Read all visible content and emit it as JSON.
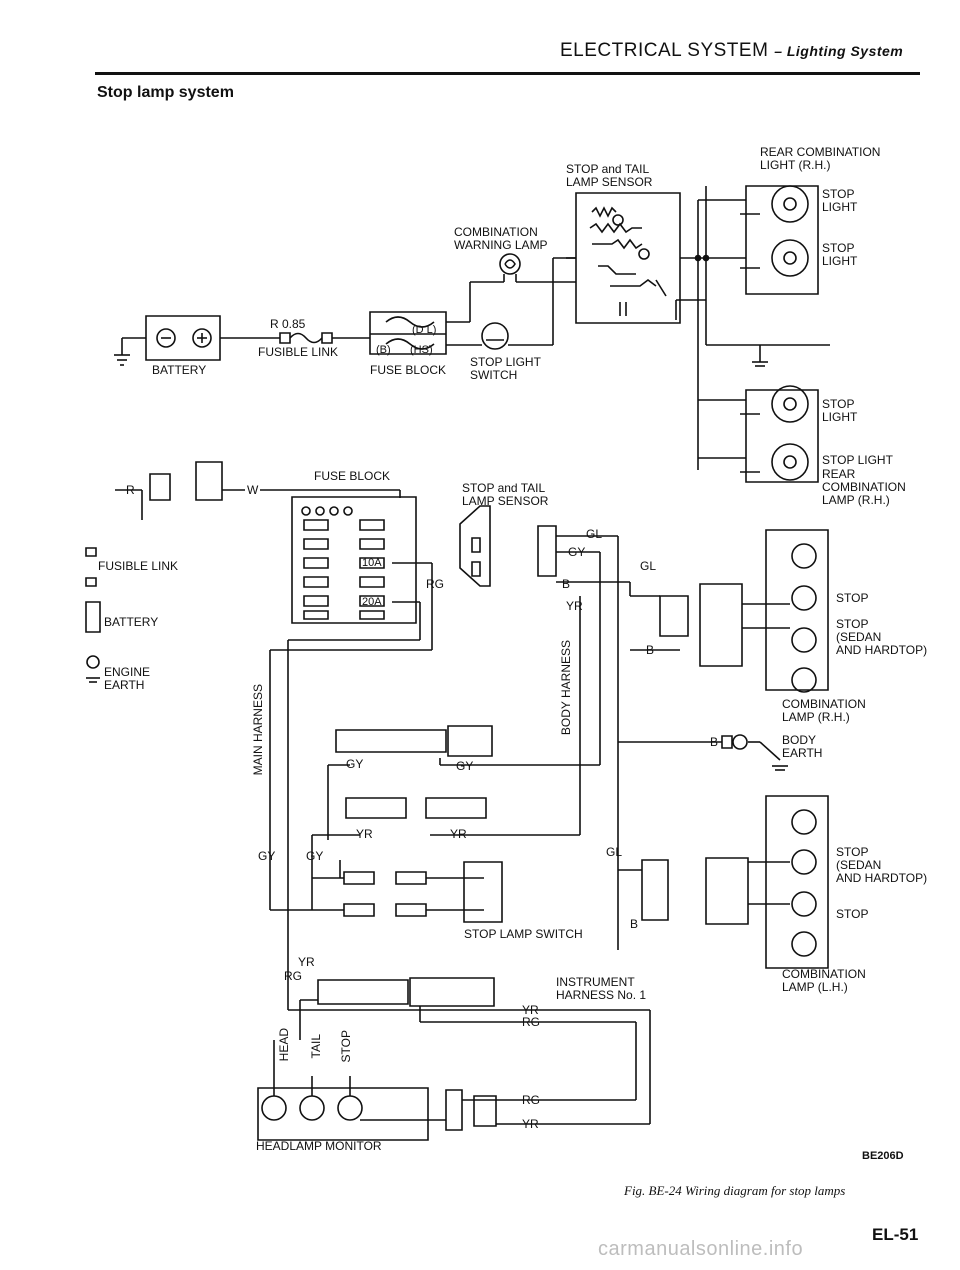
{
  "header": {
    "title": "ELECTRICAL SYSTEM",
    "subtitle": "– Lighting System",
    "section": "Stop lamp system"
  },
  "top_diagram": {
    "battery": "BATTERY",
    "fusible_rating": "R 0.85",
    "fusible_link": "FUSIBLE LINK",
    "fuse_block": "FUSE BLOCK",
    "fuse_dl": "(D L)",
    "fuse_b": "(B)",
    "fuse_hs": "(HS)",
    "combination_warning_lamp": "COMBINATION\nWARNING LAMP",
    "stop_tail_sensor": "STOP and TAIL\nLAMP SENSOR",
    "stop_light_switch": "STOP LIGHT\nSWITCH",
    "rear_combination_light": "REAR COMBINATION\nLIGHT (R.H.)",
    "stop_light": "STOP\nLIGHT",
    "stop_light_single": "STOP LIGHT",
    "rear_combination_lamp": "REAR\nCOMBINATION\nLAMP (R.H.)"
  },
  "bottom_diagram": {
    "wire_r": "R",
    "wire_w": "W",
    "fuse_block": "FUSE BLOCK",
    "fuse_10a": "10A",
    "fuse_20a": "20A",
    "legend_fusible_link": "FUSIBLE LINK",
    "legend_battery": "BATTERY",
    "legend_engine_earth": "ENGINE\nEARTH",
    "stop_tail_sensor": "STOP and TAIL\nLAMP SENSOR",
    "wire_gl": "GL",
    "wire_gy": "GY",
    "wire_b": "B",
    "wire_yr": "YR",
    "wire_rg": "RG",
    "body_harness": "BODY HARNESS",
    "main_harness": "MAIN HARNESS",
    "stop": "STOP",
    "stop_sedan_hardtop": "STOP\n(SEDAN\nAND HARDTOP)",
    "stop_sedan_hardtop_2": "(SEDAN\nAND HARDTOP)",
    "combination_lamp_rh": "COMBINATION\nLAMP (R.H.)",
    "combination_lamp_lh": "COMBINATION\nLAMP (L.H.)",
    "body_earth": "BODY\nEARTH",
    "stop_lamp_switch": "STOP LAMP SWITCH",
    "instrument_harness": "INSTRUMENT\nHARNESS No. 1",
    "head": "HEAD",
    "tail": "TAIL",
    "stop_vertical": "STOP",
    "headlamp_monitor": "HEADLAMP MONITOR"
  },
  "footer": {
    "code": "BE206D",
    "caption": "Fig. BE-24  Wiring diagram for stop lamps",
    "page": "EL-51",
    "watermark": "carmanualsonline.info"
  }
}
